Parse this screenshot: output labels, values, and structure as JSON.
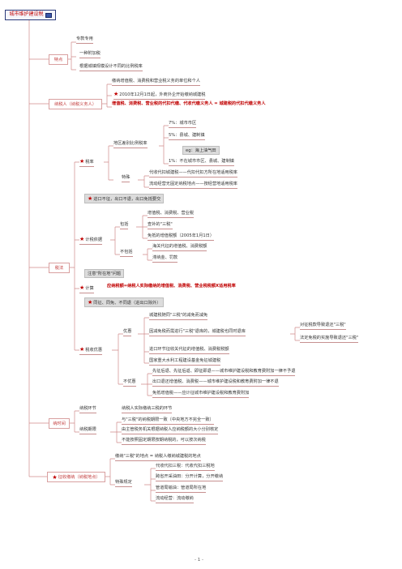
{
  "title": "城市维护建设税",
  "sections": {
    "features": {
      "label": "特点",
      "items": [
        "专款专用",
        "一种附加税",
        "根据城镇规模设计不同的比例税率"
      ]
    },
    "taxpayer": {
      "label": "纳税人（纳税义务人）",
      "items": [
        "缴纳增值税、消费税和营业税义务的单位和个人",
        "2010年12月1日起，外商外企开始缴纳城建税",
        "增值税、消费税、营业税的代扣代缴、代收代缴义务人 = 城建税的代扣代缴义务人"
      ]
    },
    "tax_law": {
      "label": "税法",
      "rate": {
        "label": "税率",
        "regional": {
          "label": "地区差别比例税率",
          "items": [
            "7%：城市市区",
            "5%：县城、建制镇",
            "1%：不在城市市区、县城、建制镇"
          ],
          "example": "eg：海上油气田"
        },
        "special": {
          "label": "特殊",
          "items": [
            "代收代扣城建税——代扣代扣方所在地适用税率",
            "流动经营无固定纳税地点——按经营地适用税率"
          ]
        }
      },
      "import_export_note": "进口不征，出口不退，出口免抵要交",
      "basis": {
        "label": "计税依据",
        "include": {
          "label": "包括",
          "items": [
            "增值税、消费税、营业税",
            "查补的\"三税\"",
            "免抵的增值税额（2005年1月1日）"
          ]
        },
        "exclude": {
          "label": "不包括",
          "items": [
            "海关代征的增值税、消费税额",
            "滞纳金、罚款"
          ]
        }
      },
      "calc_note": "注意\"所在地\"问题",
      "calc": {
        "label": "计算",
        "formula": "应纳税额=纳税人实际缴纳的增值税、消费税、营业税税额X适用税率"
      },
      "relief_note": "同征、同免、不同退（进出口除外）",
      "relief": {
        "label": "税收优惠",
        "preferential": {
          "label": "优惠",
          "items": [
            "城建税随同\"三税\"的减免而减免",
            "因减免税而需进行\"三税\"退库的，城建税也同时退库",
            "进口环节征收关代征的增值税、消费税税额",
            "国家重大水利工程建设基金免征城建税"
          ],
          "refund_items": [
            "对征税款导致退还\"三税\"",
            "法定免税的实施导致退还\"三税\""
          ]
        },
        "no_relief": {
          "label": "不优惠",
          "items": [
            "先征后退、先征后返、即征即退——城市维护建设税和教育费附加一律不予退",
            "出口退还增值税、消费税——城市维护建设税和教育费附加一律不退",
            "免抵增值税——应计征城市维护建设税和教育费附加"
          ]
        }
      }
    },
    "timing": {
      "label": "纳时间",
      "stage": {
        "label": "纳税环节",
        "text": "纳税人实际缴纳三税的环节"
      },
      "period": {
        "label": "纳税期限",
        "items": [
          "与\"三税\"的纳税期限一致（中央地方不完全一致）",
          "由主管税务机关根据纳税人应纳税额的大小分别核定",
          "不能按照固定期限按期纳税的，可以按次纳税"
        ]
      }
    },
    "location": {
      "label": "征收缴纳（纳税地点）",
      "general": "缴纳\"三税\"的地点 = 纳税人缴纳城建税的地点",
      "special": {
        "label": "特殊规定",
        "items": [
          "代收代扣三税：代收代扣三税地",
          "跨省开采油田：分开计算，分开缴纳",
          "管道局输油：管道局所在地",
          "流动经营：流动缴纳"
        ]
      }
    }
  },
  "page_number": "- 1 -"
}
